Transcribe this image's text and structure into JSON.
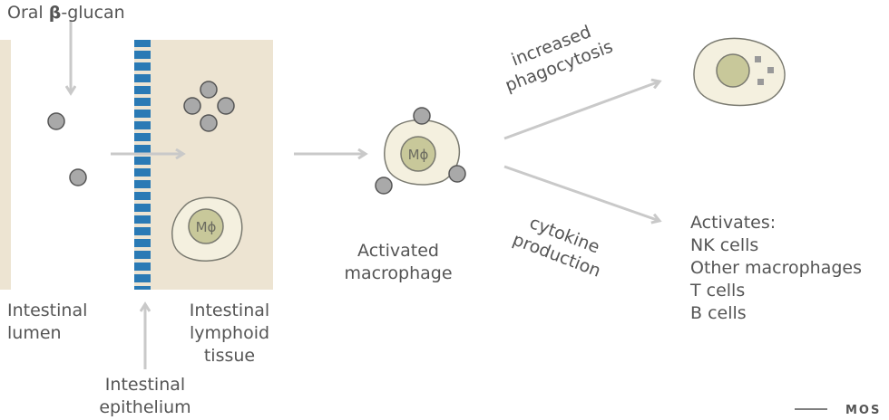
{
  "title": {
    "prefix": "Oral ",
    "beta": "β",
    "suffix": "-glucan"
  },
  "labels": {
    "intestinal_lumen": [
      "Intestinal",
      "lumen"
    ],
    "intestinal_lymphoid_tissue": [
      "Intestinal",
      "lymphoid",
      "tissue"
    ],
    "intestinal_epithelium": [
      "Intestinal",
      "epithelium"
    ],
    "activated_macrophage": [
      "Activated",
      "macrophage"
    ]
  },
  "macrophage_symbol": "Mϕ",
  "pathways": {
    "phagocytosis": [
      "increased",
      "phagocytosis"
    ],
    "cytokine": [
      "cytokine",
      "production"
    ]
  },
  "activates": {
    "heading": "Activates:",
    "items": [
      "NK cells",
      "Other macrophages",
      "T cells",
      "B cells"
    ]
  },
  "brand": "MOS",
  "colors": {
    "tissue": "#ede4d2",
    "epithelium": "#2a7ab5",
    "particle": "#a9a9a9",
    "cell": "#f4f0df",
    "nucleus": "#c8c89a",
    "arrow": "#c9c9c9"
  }
}
